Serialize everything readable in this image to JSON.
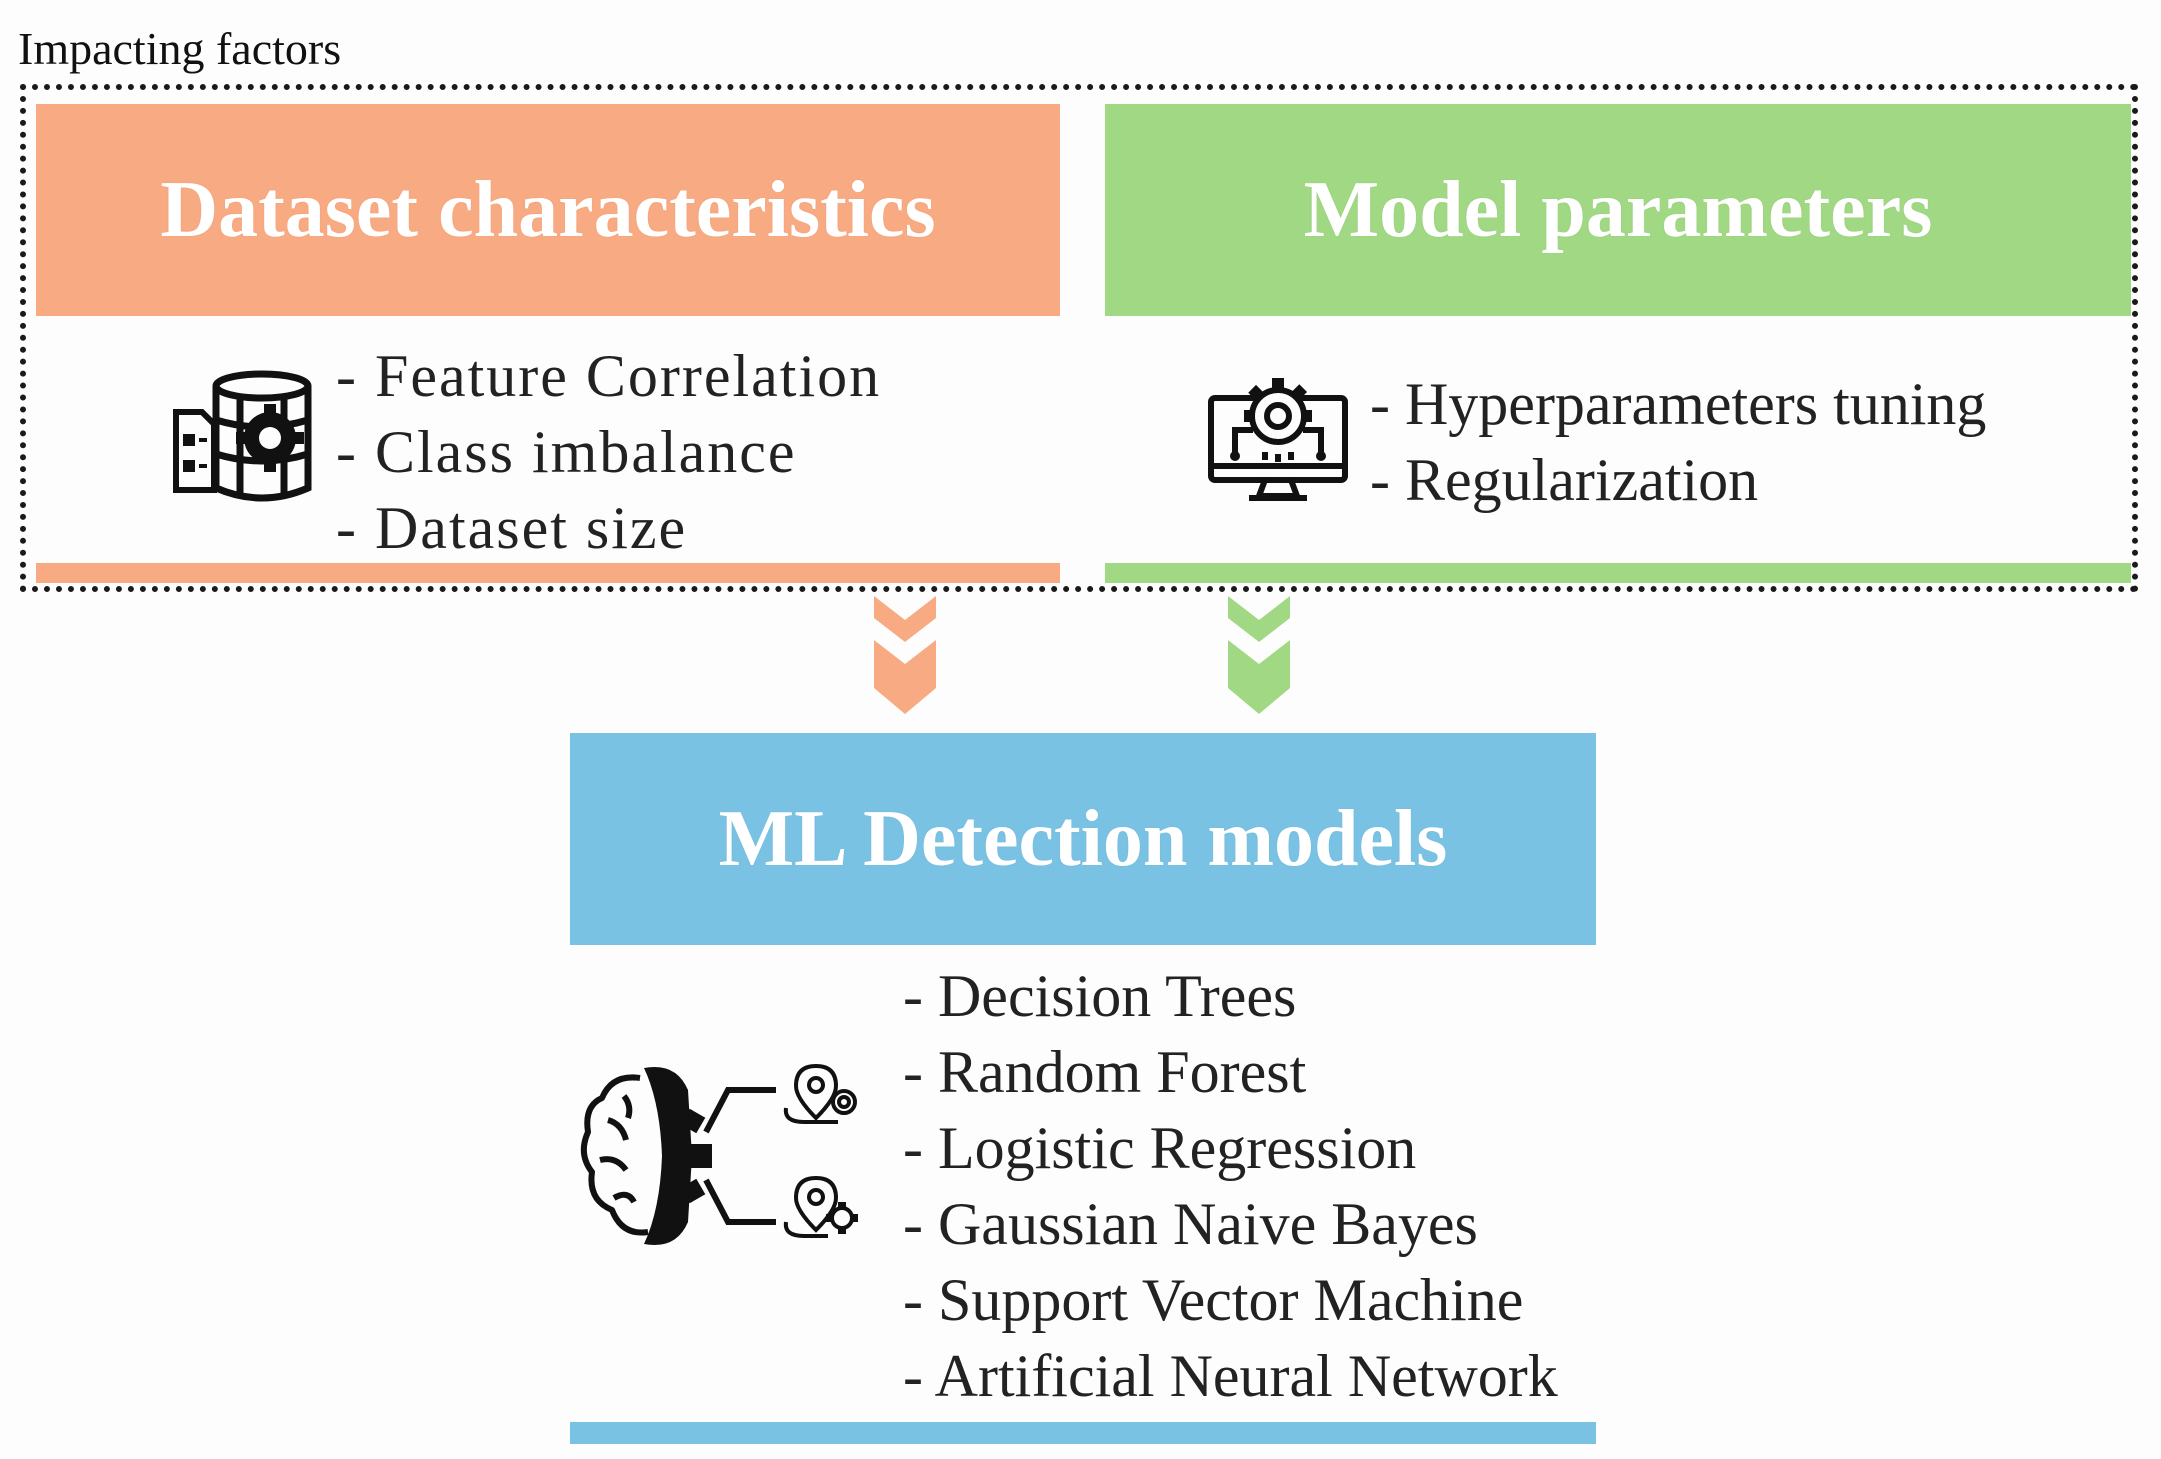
{
  "group": {
    "label": "Impacting factors"
  },
  "dataset": {
    "title": "Dataset characteristics",
    "items": [
      "- Feature Correlation",
      "- Class imbalance",
      "- Dataset size"
    ],
    "icon": "database-gear-icon",
    "color": "#f8ab82"
  },
  "model": {
    "title": "Model parameters",
    "items": [
      "- Hyperparameters tuning",
      "- Regularization"
    ],
    "icon": "monitor-gear-icon",
    "color": "#a1d884"
  },
  "ml": {
    "title": "ML Detection models",
    "items": [
      "- Decision Trees",
      "- Random Forest",
      "- Logistic Regression",
      "- Gaussian Naive Bayes",
      "- Support Vector Machine",
      "- Artificial Neural Network"
    ],
    "icon": "brain-gear-icon",
    "color": "#7ac2e4"
  }
}
